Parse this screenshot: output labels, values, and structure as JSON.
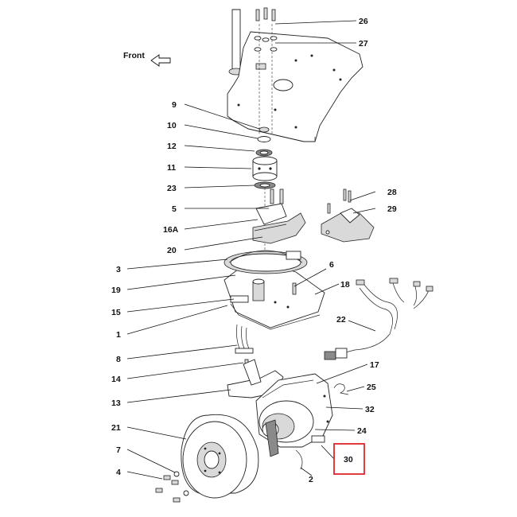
{
  "direction_label": "Front",
  "highlight_color": "#e0242b",
  "highlighted_part": "30",
  "callouts": [
    {
      "id": "26",
      "label": "26"
    },
    {
      "id": "27",
      "label": "27"
    },
    {
      "id": "9",
      "label": "9"
    },
    {
      "id": "10",
      "label": "10"
    },
    {
      "id": "12",
      "label": "12"
    },
    {
      "id": "11",
      "label": "11"
    },
    {
      "id": "23",
      "label": "23"
    },
    {
      "id": "28",
      "label": "28"
    },
    {
      "id": "29",
      "label": "29"
    },
    {
      "id": "5",
      "label": "5"
    },
    {
      "id": "16A",
      "label": "16A"
    },
    {
      "id": "20",
      "label": "20"
    },
    {
      "id": "3",
      "label": "3"
    },
    {
      "id": "6",
      "label": "6"
    },
    {
      "id": "19",
      "label": "19"
    },
    {
      "id": "18",
      "label": "18"
    },
    {
      "id": "15",
      "label": "15"
    },
    {
      "id": "1",
      "label": "1"
    },
    {
      "id": "22",
      "label": "22"
    },
    {
      "id": "8",
      "label": "8"
    },
    {
      "id": "14",
      "label": "14"
    },
    {
      "id": "17",
      "label": "17"
    },
    {
      "id": "25",
      "label": "25"
    },
    {
      "id": "13",
      "label": "13"
    },
    {
      "id": "32",
      "label": "32"
    },
    {
      "id": "21",
      "label": "21"
    },
    {
      "id": "24",
      "label": "24"
    },
    {
      "id": "7",
      "label": "7"
    },
    {
      "id": "30",
      "label": "30"
    },
    {
      "id": "4",
      "label": "4"
    },
    {
      "id": "2",
      "label": "2"
    }
  ]
}
